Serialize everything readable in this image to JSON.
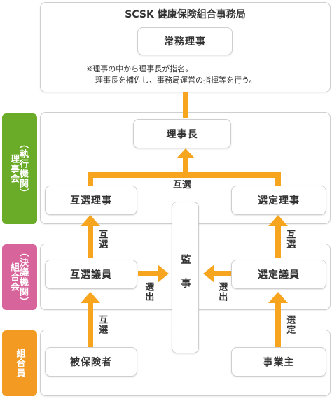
{
  "colors": {
    "executive": "#6aab27",
    "decision": "#d7659c",
    "members": "#f29a22",
    "arrow": "#f7a51f",
    "border": "#cfcfcf"
  },
  "header": {
    "title": "SCSK 健康保険組合事務局",
    "box": "常務理事",
    "note_line1": "※理事の中から理事長が指名。",
    "note_line2": "理事長を補佐し、事務局運営の指揮等を行う。"
  },
  "sections": {
    "executive": {
      "main": "理事会",
      "sub": "（執行機関）"
    },
    "decision": {
      "main": "組合会",
      "sub": "（決議機関）"
    },
    "members": {
      "main": "組合員"
    }
  },
  "nodes": {
    "chairman": "理事長",
    "mutual_director": "互選理事",
    "appointed_director": "選定理事",
    "auditor": "監事",
    "mutual_councilor": "互選議員",
    "appointed_councilor": "選定議員",
    "insured": "被保険者",
    "employer": "事業主"
  },
  "edges": {
    "directors_to_chairman": "互選",
    "councilor_to_director_left": "互選",
    "councilor_to_director_right": "互選",
    "councilor_to_auditor_left": "選出",
    "councilor_to_auditor_right": "選出",
    "insured_to_councilor": "互選",
    "employer_to_councilor": "選定"
  }
}
